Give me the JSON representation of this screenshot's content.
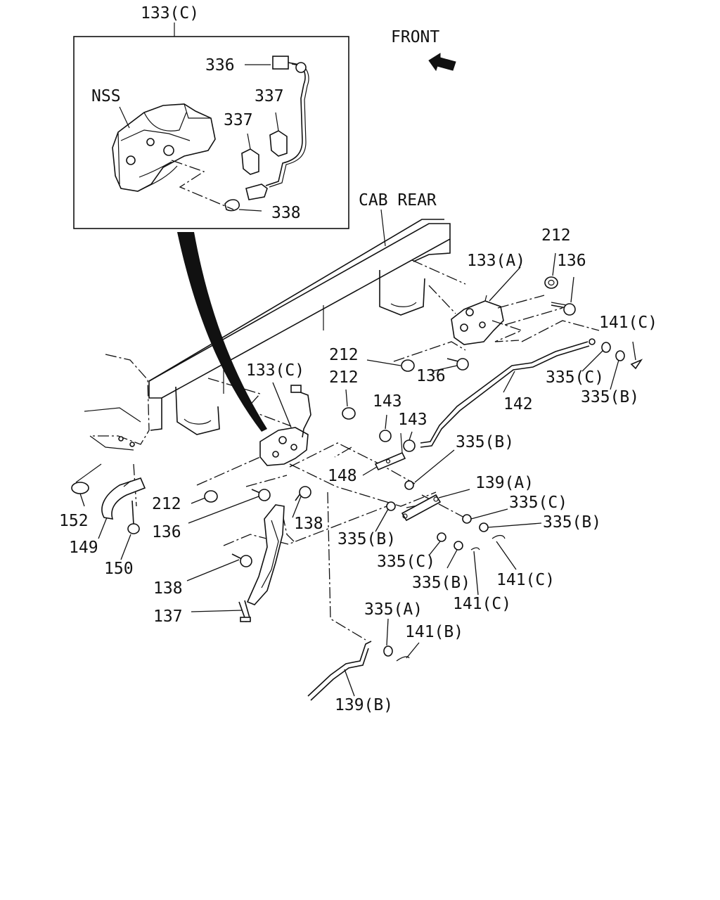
{
  "labels": {
    "front": "FRONT",
    "cab_rear": "CAB REAR",
    "nss": "NSS",
    "p133c_top": "133(C)",
    "p336": "336",
    "p337a": "337",
    "p337b": "337",
    "p338": "338",
    "p212a": "212",
    "p133a": "133(A)",
    "p136a": "136",
    "p141c_a": "141(C)",
    "p212b": "212",
    "p136b": "136",
    "p335c_a": "335(C)",
    "p335b_a": "335(B)",
    "p133c_mid": "133(C)",
    "p212c": "212",
    "p143a": "143",
    "p143b": "143",
    "p142": "142",
    "p335b_b": "335(B)",
    "p148": "148",
    "p139a": "139(A)",
    "p335c_b": "335(C)",
    "p335b_c": "335(B)",
    "p212d": "212",
    "p136c": "136",
    "p138a": "138",
    "p335b_d": "335(B)",
    "p335c_c": "335(C)",
    "p335b_e": "335(B)",
    "p141c_b": "141(C)",
    "p141c_c": "141(C)",
    "p152": "152",
    "p149": "149",
    "p150": "150",
    "p138b": "138",
    "p137": "137",
    "p335a": "335(A)",
    "p141b": "141(B)",
    "p139b": "139(B)"
  },
  "icons": {
    "front_arrow": "front-arrow-icon"
  }
}
